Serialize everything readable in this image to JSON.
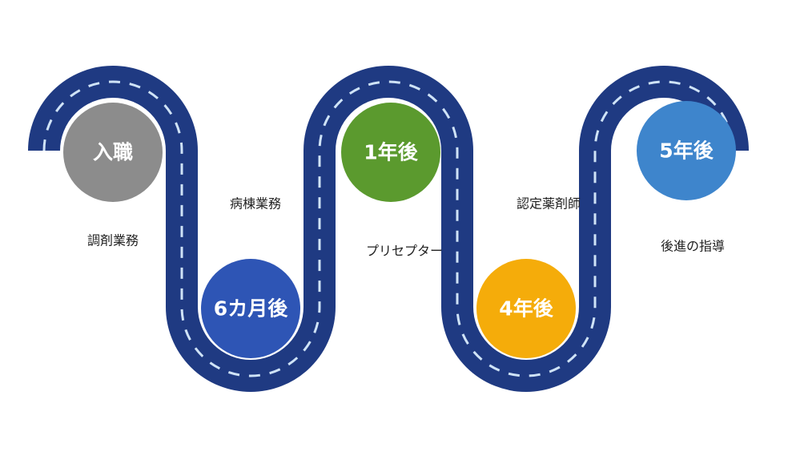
{
  "milestones": [
    {
      "label": "入職",
      "color": "#8c8c8c"
    },
    {
      "label": "6カ月後",
      "color": "#2e55b5"
    },
    {
      "label": "1年後",
      "color": "#5b9a2e"
    },
    {
      "label": "4年後",
      "color": "#f5ac0a"
    },
    {
      "label": "5年後",
      "color": "#3e85cc"
    }
  ],
  "stages": [
    {
      "text": "調剤業務"
    },
    {
      "text": "病棟業務"
    },
    {
      "text": "プリセプター"
    },
    {
      "text": "認定薬剤師"
    },
    {
      "text": "後進の指導"
    }
  ],
  "colors": {
    "road": "#1f3a82",
    "road_dash": "#cfe3f7"
  }
}
